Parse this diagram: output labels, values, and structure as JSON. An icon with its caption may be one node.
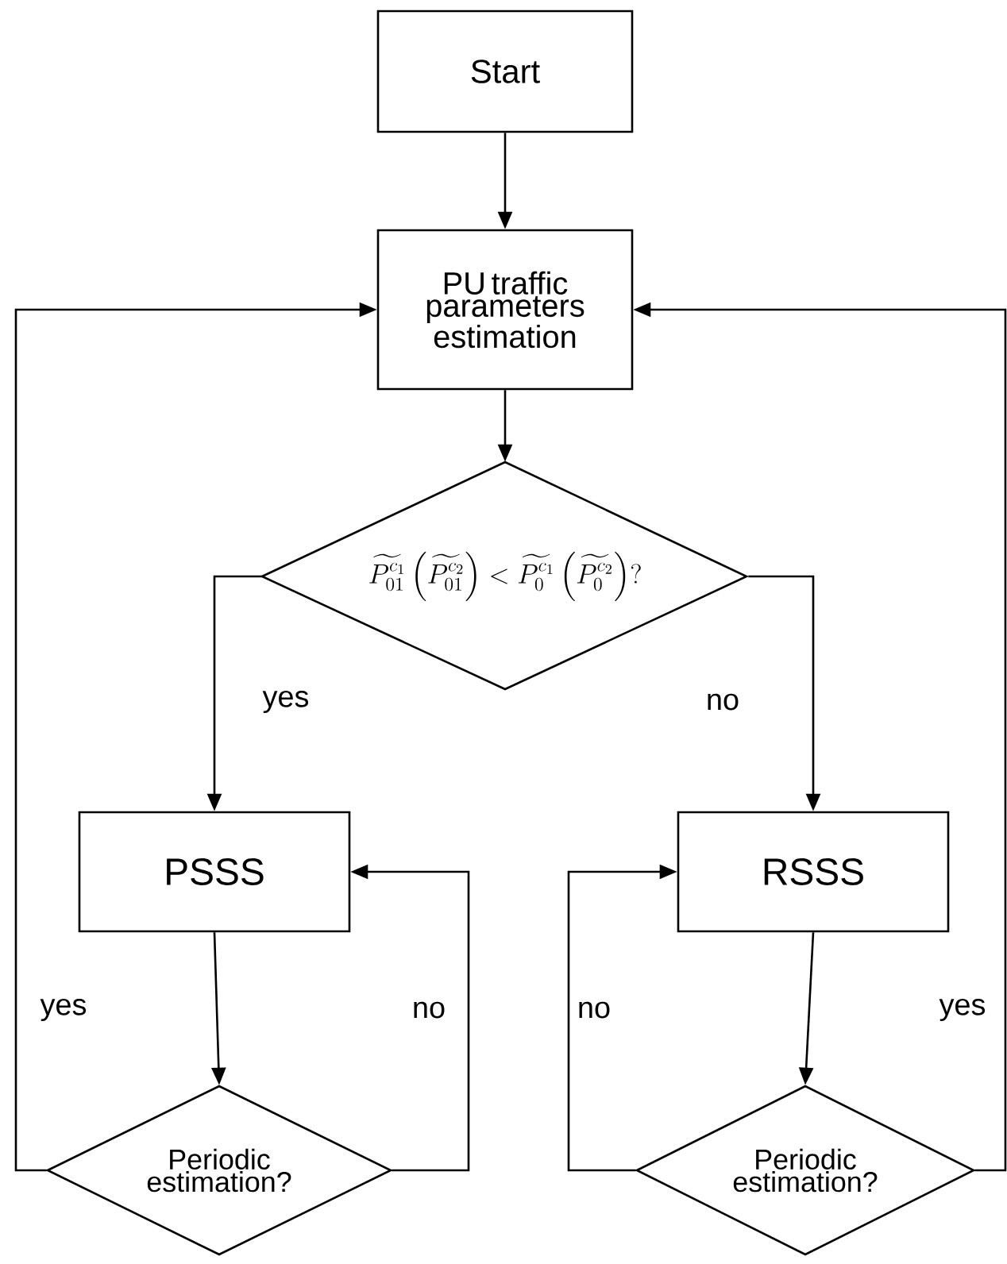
{
  "diagram": {
    "nodes": [
      {
        "text": [
          "Start"
        ]
      },
      {
        "text": [
          "PU traffic parameters estimation"
        ]
      },
      {
        "text": [
          "\\widetilde{P_{01}^{c_1}}\\left(\\widetilde{P_{01}^{c_2}}\\right)<\\widetilde{P_{0}^{c_1}}\\left(\\widetilde{P_{0}^{c_2}}\\right)?"
        ]
      },
      {
        "text": [
          "PSSS"
        ]
      },
      {
        "text": [
          "RSSS"
        ]
      },
      {
        "text": [
          "Periodic estimation?"
        ]
      },
      {
        "text": [
          "Periodic estimation?"
        ]
      }
    ],
    "edges": [
      {
        "from": 0,
        "to": 1,
        "arrow": "to"
      },
      {
        "from": 1,
        "to": 2,
        "arrow": "to"
      },
      {
        "from": 2,
        "to": 3,
        "arrow": "to",
        "label": "yes"
      },
      {
        "from": 2,
        "to": 4,
        "arrow": "to",
        "label": "no"
      },
      {
        "from": 3,
        "to": 5,
        "arrow": "to"
      },
      {
        "from": 5,
        "to": 3,
        "arrow": "to",
        "label": "no"
      },
      {
        "from": 5,
        "to": 1,
        "arrow": "to",
        "label": "yes"
      },
      {
        "from": 4,
        "to": 6,
        "arrow": "to"
      },
      {
        "from": 6,
        "to": 4,
        "arrow": "to",
        "label": "no"
      },
      {
        "from": 6,
        "to": 1,
        "arrow": "to",
        "label": "yes"
      }
    ]
  }
}
